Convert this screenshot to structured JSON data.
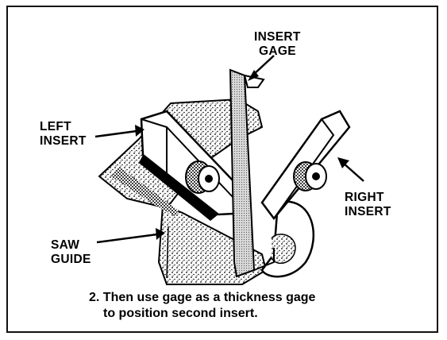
{
  "labels": {
    "insert_gage": [
      "INSERT",
      "GAGE"
    ],
    "left_insert": [
      "LEFT",
      "INSERT"
    ],
    "right_insert": [
      "RIGHT",
      "INSERT"
    ],
    "saw_guide": [
      "SAW",
      "GUIDE"
    ]
  },
  "caption": {
    "line1": "2. Then use gage as a thickness gage",
    "line2": "to position second insert."
  },
  "colors": {
    "ink": "#000000",
    "paper": "#ffffff",
    "gage_fill": "#c8c8c8"
  }
}
